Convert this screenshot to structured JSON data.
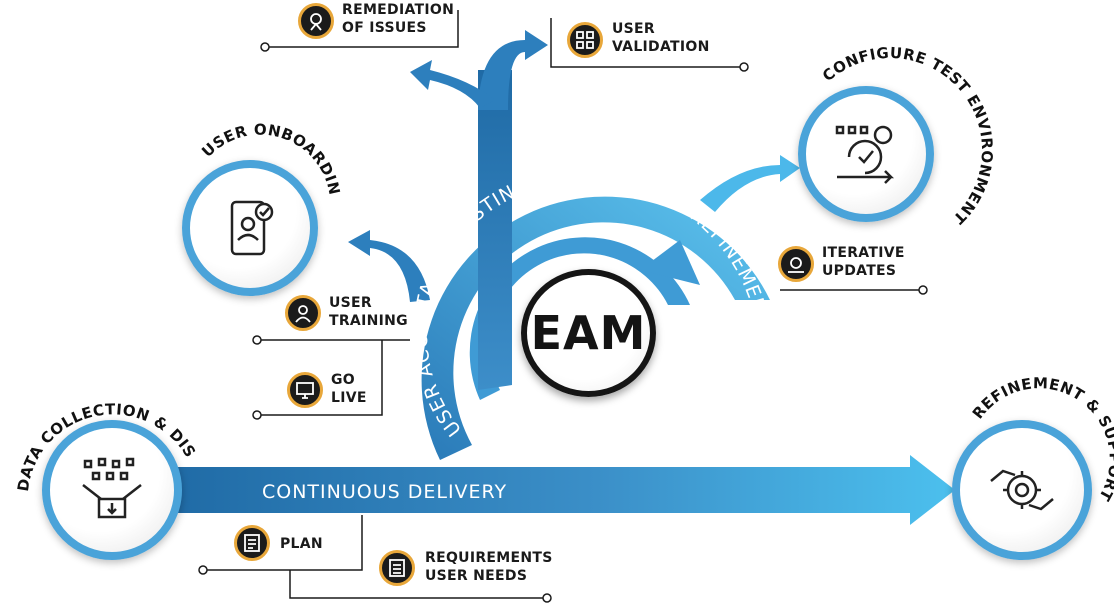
{
  "center": {
    "label": "EAM"
  },
  "bands": {
    "continuous_delivery": "CONTINUOUS DELIVERY",
    "user_acceptance_testing": "USER ACCEPTANCE TESTING",
    "iterative_refinement": "ITERATIVE REFINEMENT"
  },
  "stages": {
    "data_collection": "DATA COLLECTION & DISCOVERY",
    "user_onboarding": "USER ONBOARDING",
    "configure_test": "CONFIGURE TEST ENVIRONMENT",
    "refinement_support": "REFINEMENT & SUPPORT"
  },
  "steps": {
    "remediation": [
      "REMEDIATION",
      "OF ISSUES"
    ],
    "user_validation": [
      "USER",
      "VALIDATION"
    ],
    "iterative_updates": [
      "ITERATIVE",
      "UPDATES"
    ],
    "user_training": [
      "USER",
      "TRAINING"
    ],
    "go_live": [
      "GO",
      "LIVE"
    ],
    "plan": [
      "PLAN"
    ],
    "requirements": [
      "REQUIREMENTS",
      "USER NEEDS"
    ]
  },
  "colors": {
    "dark_blue": "#1f6aa5",
    "light_blue": "#4cb8ea",
    "ring_blue": "#4aa3d9",
    "icon_ring": "#e8a73a",
    "text": "#1a1a1a"
  }
}
